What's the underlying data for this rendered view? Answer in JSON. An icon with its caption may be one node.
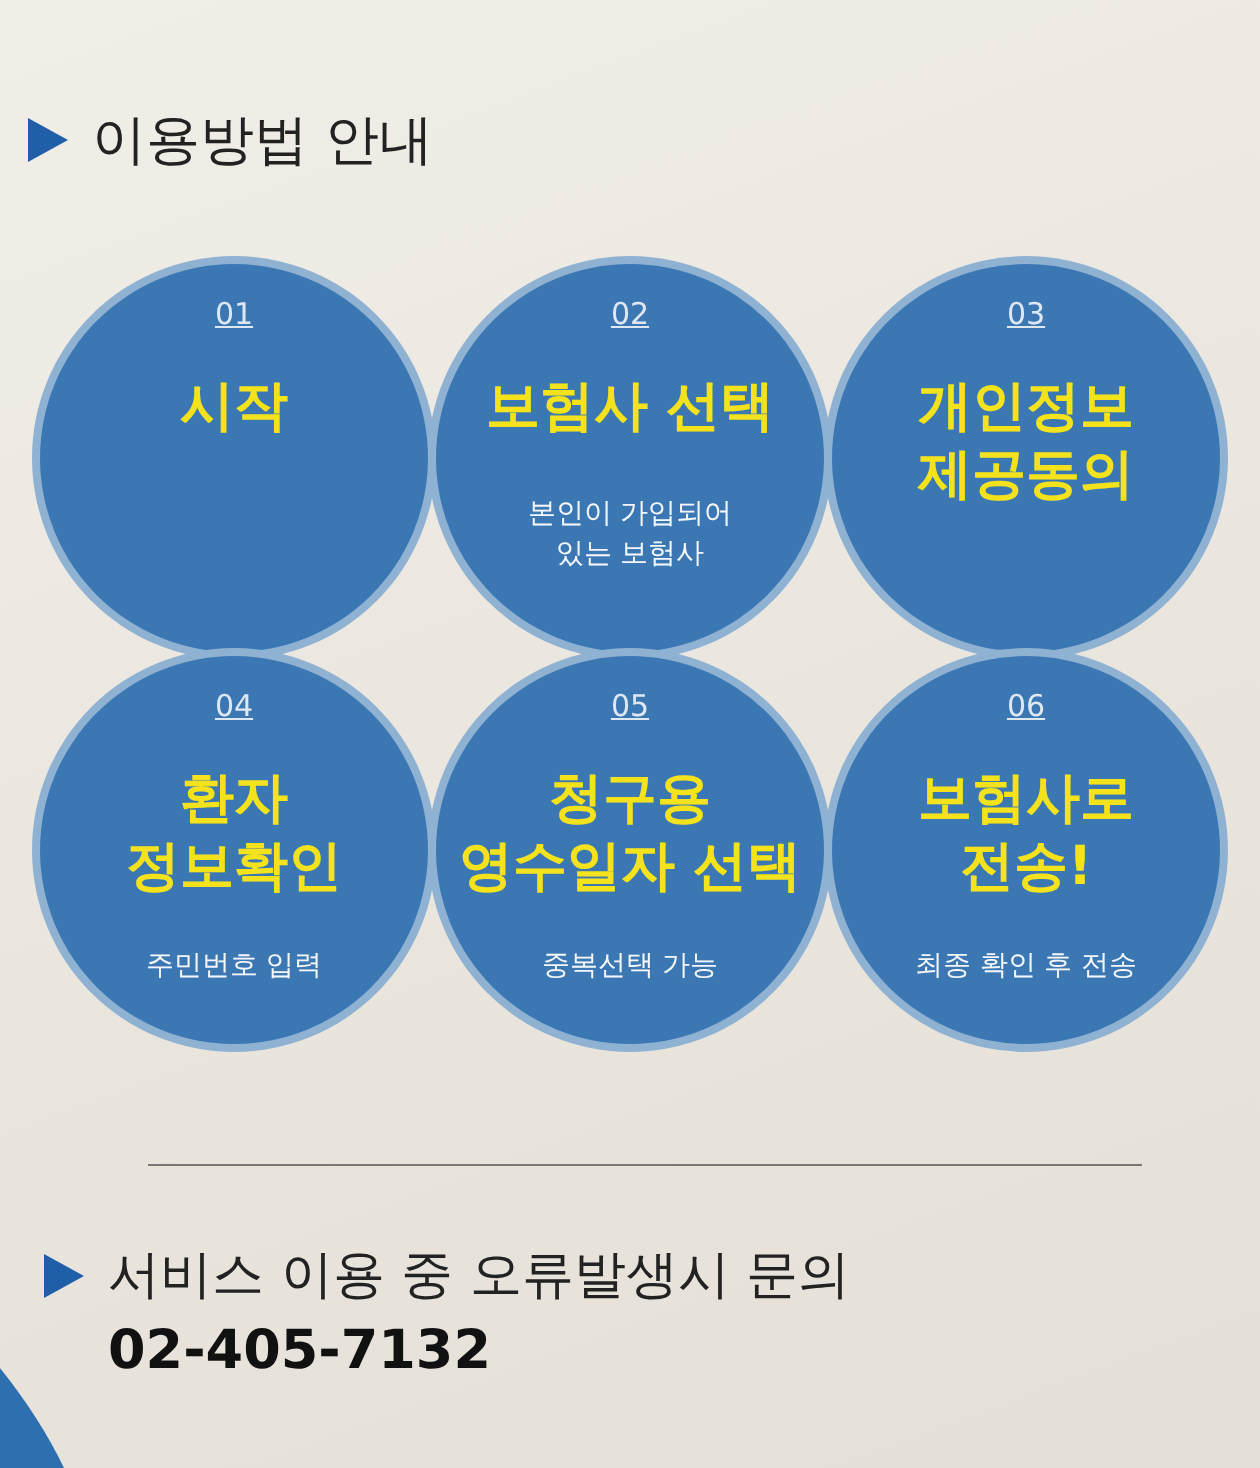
{
  "diagram": {
    "title": "이용방법 안내",
    "nodes": [
      {
        "text": [
          "01",
          "시작"
        ]
      },
      {
        "text": [
          "02",
          "보험사 선택",
          "본인이 가입되어 있는 보험사"
        ]
      },
      {
        "text": [
          "03",
          "개인정보 제공동의"
        ]
      },
      {
        "text": [
          "04",
          "환자 정보확인",
          "주민번호 입력"
        ]
      },
      {
        "text": [
          "05",
          "청구용 영수일자 선택",
          "중복선택 가능"
        ]
      },
      {
        "text": [
          "06",
          "보험사로 전송!",
          "최종 확인 후 전송"
        ]
      }
    ],
    "labels": [
      "서비스 이용 중 오류발생시 문의",
      "02-405-7132"
    ]
  }
}
